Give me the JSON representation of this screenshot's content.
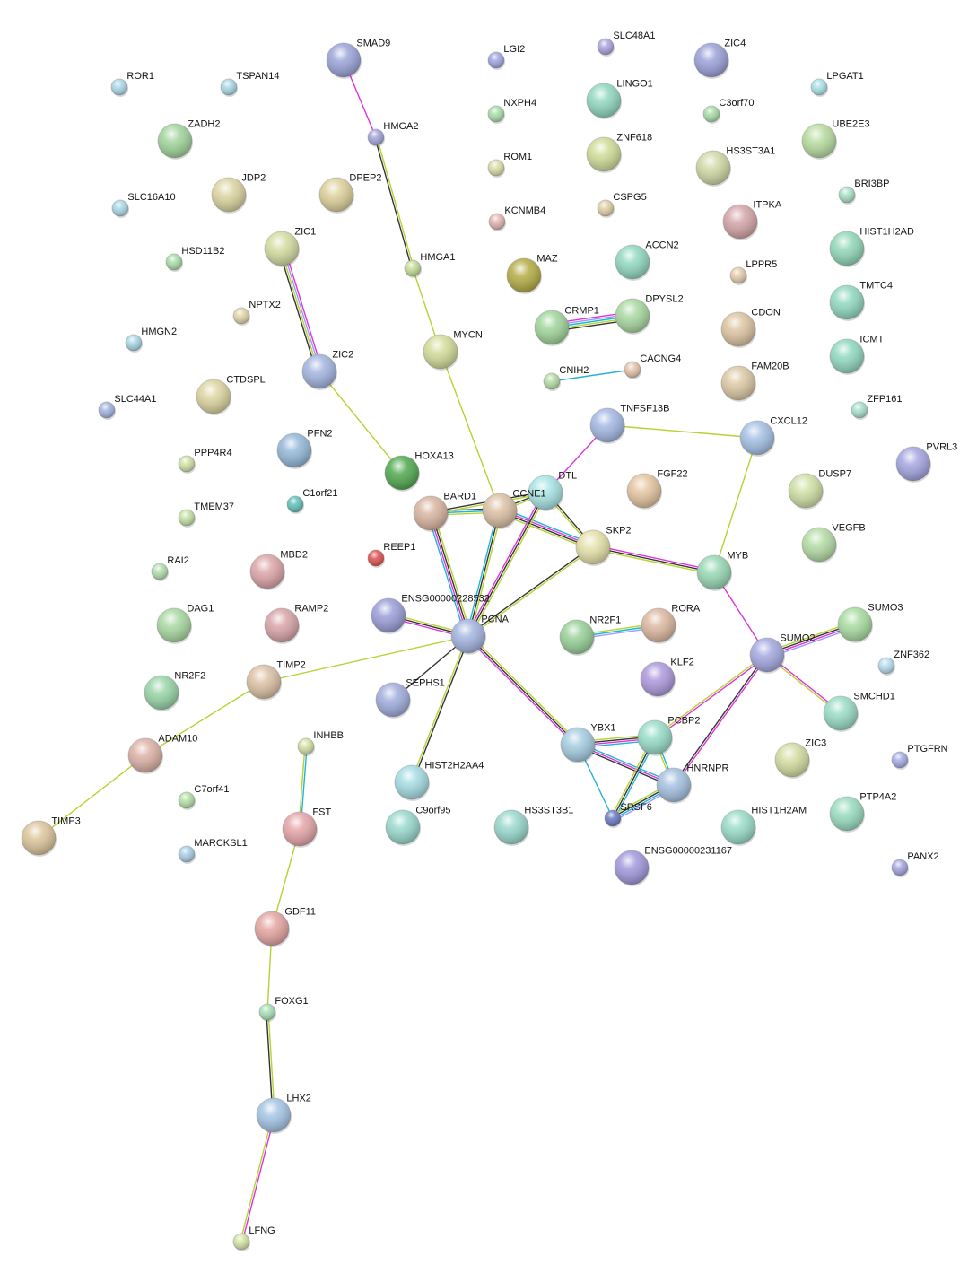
{
  "title": "STRING protein interaction network",
  "evidence_colors": {
    "magenta": "#dd33dd",
    "cyan": "#22b4d4",
    "yellow": "#b5d333",
    "black": "#333333",
    "lavender": "#9b9bff"
  },
  "nodes": [
    {
      "name": "ROR1",
      "color": "#a9d6e6"
    },
    {
      "name": "TSPAN14",
      "color": "#a9d6e6"
    },
    {
      "name": "SMAD9",
      "color": "#9aa3d8"
    },
    {
      "name": "LGI2",
      "color": "#9fa4e0"
    },
    {
      "name": "SLC48A1",
      "color": "#a9a4e0"
    },
    {
      "name": "ZIC4",
      "color": "#9aa0d8"
    },
    {
      "name": "LPGAT1",
      "color": "#a9e0e6"
    },
    {
      "name": "ZADH2",
      "color": "#a0d49a"
    },
    {
      "name": "HMGA2",
      "color": "#a4a4dc"
    },
    {
      "name": "NXPH4",
      "color": "#a8dca8"
    },
    {
      "name": "LINGO1",
      "color": "#90d8c0"
    },
    {
      "name": "C3orf70",
      "color": "#a8dca8"
    },
    {
      "name": "UBE2E3",
      "color": "#b8dca0"
    },
    {
      "name": "ZNF618",
      "color": "#cfdc98"
    },
    {
      "name": "ROM1",
      "color": "#dcdca8"
    },
    {
      "name": "HS3ST3A1",
      "color": "#cfd8a4"
    },
    {
      "name": "JDP2",
      "color": "#dcd4a0"
    },
    {
      "name": "DPEP2",
      "color": "#dcd09a"
    },
    {
      "name": "SLC16A10",
      "color": "#a9d6e6"
    },
    {
      "name": "CSPG5",
      "color": "#e0d0a4"
    },
    {
      "name": "BRI3BP",
      "color": "#a8e0c4"
    },
    {
      "name": "KCNMB4",
      "color": "#e4b4b0"
    },
    {
      "name": "ITPKA",
      "color": "#d4a4a8"
    },
    {
      "name": "ZIC1",
      "color": "#d4dca0"
    },
    {
      "name": "HSD11B2",
      "color": "#a8dca8"
    },
    {
      "name": "HMGA1",
      "color": "#c4dc98"
    },
    {
      "name": "MAZ",
      "color": "#b4ac44"
    },
    {
      "name": "ACCN2",
      "color": "#90d8c0"
    },
    {
      "name": "HIST1H2AD",
      "color": "#90d8b8"
    },
    {
      "name": "LPPR5",
      "color": "#e4ccac"
    },
    {
      "name": "NPTX2",
      "color": "#e0d4a8"
    },
    {
      "name": "TMTC4",
      "color": "#90d8c0"
    },
    {
      "name": "CRMP1",
      "color": "#a0d49a"
    },
    {
      "name": "DPYSL2",
      "color": "#a8d8a0"
    },
    {
      "name": "CDON",
      "color": "#dcc4a0"
    },
    {
      "name": "HMGN2",
      "color": "#a9d6e6"
    },
    {
      "name": "MYCN",
      "color": "#d4dc98"
    },
    {
      "name": "ZIC2",
      "color": "#a4b4e0"
    },
    {
      "name": "ICMT",
      "color": "#90d8c0"
    },
    {
      "name": "CACNG4",
      "color": "#e4c4ac"
    },
    {
      "name": "CNIH2",
      "color": "#b4dca4"
    },
    {
      "name": "FAM20B",
      "color": "#dcc8a4"
    },
    {
      "name": "CTDSPL",
      "color": "#dcd4a0"
    },
    {
      "name": "SLC44A1",
      "color": "#a0b4e0"
    },
    {
      "name": "ZFP161",
      "color": "#a8e0cc"
    },
    {
      "name": "TNFSF13B",
      "color": "#a4b8e4"
    },
    {
      "name": "CXCL12",
      "color": "#a4c0e4"
    },
    {
      "name": "PFN2",
      "color": "#94b8d8"
    },
    {
      "name": "PVRL3",
      "color": "#a4a4e0"
    },
    {
      "name": "PPP4R4",
      "color": "#cfe0a4"
    },
    {
      "name": "HOXA13",
      "color": "#50a850"
    },
    {
      "name": "DTL",
      "color": "#a8e4e4"
    },
    {
      "name": "FGF22",
      "color": "#e4c4a0"
    },
    {
      "name": "DUSP7",
      "color": "#cfe0a4"
    },
    {
      "name": "BARD1",
      "color": "#d8b4a0"
    },
    {
      "name": "CCNE1",
      "color": "#dcc0a4"
    },
    {
      "name": "C1orf21",
      "color": "#60c0b8"
    },
    {
      "name": "TMEM37",
      "color": "#c4e0a4"
    },
    {
      "name": "SKP2",
      "color": "#e4e0a8"
    },
    {
      "name": "VEGFB",
      "color": "#b4dca4"
    },
    {
      "name": "REEP1",
      "color": "#e05050"
    },
    {
      "name": "RAI2",
      "color": "#b4e0b0"
    },
    {
      "name": "MBD2",
      "color": "#dca4a8"
    },
    {
      "name": "MYB",
      "color": "#98d8b4"
    },
    {
      "name": "ENSG00000228532",
      "color": "#9a9ed8"
    },
    {
      "name": "PCNA",
      "color": "#a4b4e0"
    },
    {
      "name": "NR2F1",
      "color": "#98d098"
    },
    {
      "name": "RORA",
      "color": "#dcb8a0"
    },
    {
      "name": "SUMO3",
      "color": "#a8dca0"
    },
    {
      "name": "DAG1",
      "color": "#a8d8a0"
    },
    {
      "name": "RAMP2",
      "color": "#d8a4a8"
    },
    {
      "name": "SUMO2",
      "color": "#a4a8e0"
    },
    {
      "name": "ZNF362",
      "color": "#b4dcec"
    },
    {
      "name": "TIMP2",
      "color": "#dcc0a4"
    },
    {
      "name": "KLF2",
      "color": "#ac98dc"
    },
    {
      "name": "NR2F2",
      "color": "#98d4a8"
    },
    {
      "name": "SEPHS1",
      "color": "#a0acdc"
    },
    {
      "name": "SMCHD1",
      "color": "#98dcc4"
    },
    {
      "name": "YBX1",
      "color": "#a4cce0"
    },
    {
      "name": "PCBP2",
      "color": "#98dcc8"
    },
    {
      "name": "ZIC3",
      "color": "#d4dca0"
    },
    {
      "name": "PTGFRN",
      "color": "#a4ace4"
    },
    {
      "name": "ADAM10",
      "color": "#dcb0a4"
    },
    {
      "name": "INHBB",
      "color": "#d4e0a4"
    },
    {
      "name": "HIST2H2AA4",
      "color": "#a4dce4"
    },
    {
      "name": "HNRNPR",
      "color": "#a4c0e0"
    },
    {
      "name": "C7orf41",
      "color": "#b4e0a4"
    },
    {
      "name": "SRSF6",
      "color": "#6a78c0"
    },
    {
      "name": "HS3ST3B1",
      "color": "#98d8cc"
    },
    {
      "name": "C9orf95",
      "color": "#98d8cc"
    },
    {
      "name": "HIST1H2AM",
      "color": "#98dcc8"
    },
    {
      "name": "PTP4A2",
      "color": "#98dcc0"
    },
    {
      "name": "FST",
      "color": "#e4a4a8"
    },
    {
      "name": "TIMP3",
      "color": "#dcc49a"
    },
    {
      "name": "MARCKSL1",
      "color": "#a9cce6"
    },
    {
      "name": "ENSG00000231167",
      "color": "#a098dc"
    },
    {
      "name": "PANX2",
      "color": "#a4a4e0"
    },
    {
      "name": "GDF11",
      "color": "#e4a4a0"
    },
    {
      "name": "FOXG1",
      "color": "#a8e0b8"
    },
    {
      "name": "LHX2",
      "color": "#a4c4e4"
    },
    {
      "name": "LFNG",
      "color": "#d4e4a4"
    }
  ],
  "edges": [
    {
      "a": "SMAD9",
      "b": "HMGA2",
      "ev": [
        "magenta"
      ]
    },
    {
      "a": "HMGA2",
      "b": "HMGA1",
      "ev": [
        "yellow",
        "black"
      ]
    },
    {
      "a": "HMGA1",
      "b": "MYCN",
      "ev": [
        "yellow"
      ]
    },
    {
      "a": "MYCN",
      "b": "CCNE1",
      "ev": [
        "yellow"
      ]
    },
    {
      "a": "ZIC1",
      "b": "ZIC2",
      "ev": [
        "magenta",
        "lavender",
        "yellow",
        "black"
      ]
    },
    {
      "a": "ZIC2",
      "b": "HOXA13",
      "ev": [
        "yellow"
      ]
    },
    {
      "a": "CRMP1",
      "b": "DPYSL2",
      "ev": [
        "magenta",
        "lavender",
        "cyan",
        "yellow",
        "black"
      ]
    },
    {
      "a": "CNIH2",
      "b": "CACNG4",
      "ev": [
        "cyan"
      ]
    },
    {
      "a": "TNFSF13B",
      "b": "CXCL12",
      "ev": [
        "yellow"
      ]
    },
    {
      "a": "TNFSF13B",
      "b": "DTL",
      "ev": [
        "magenta"
      ]
    },
    {
      "a": "CXCL12",
      "b": "MYB",
      "ev": [
        "yellow"
      ]
    },
    {
      "a": "BARD1",
      "b": "CCNE1",
      "ev": [
        "black",
        "cyan",
        "yellow"
      ]
    },
    {
      "a": "BARD1",
      "b": "DTL",
      "ev": [
        "black",
        "yellow"
      ]
    },
    {
      "a": "BARD1",
      "b": "PCNA",
      "ev": [
        "yellow",
        "black",
        "magenta",
        "cyan"
      ]
    },
    {
      "a": "CCNE1",
      "b": "PCNA",
      "ev": [
        "yellow",
        "black",
        "cyan"
      ]
    },
    {
      "a": "CCNE1",
      "b": "SKP2",
      "ev": [
        "cyan",
        "magenta",
        "black",
        "yellow"
      ]
    },
    {
      "a": "CCNE1",
      "b": "DTL",
      "ev": [
        "black",
        "yellow"
      ]
    },
    {
      "a": "DTL",
      "b": "SKP2",
      "ev": [
        "black",
        "yellow"
      ]
    },
    {
      "a": "DTL",
      "b": "PCNA",
      "ev": [
        "yellow",
        "black",
        "magenta"
      ]
    },
    {
      "a": "SKP2",
      "b": "PCNA",
      "ev": [
        "yellow",
        "black"
      ]
    },
    {
      "a": "SKP2",
      "b": "MYB",
      "ev": [
        "magenta",
        "black",
        "yellow"
      ]
    },
    {
      "a": "MYB",
      "b": "SUMO2",
      "ev": [
        "magenta"
      ]
    },
    {
      "a": "ENSG00000228532",
      "b": "PCNA",
      "ev": [
        "yellow",
        "black",
        "magenta"
      ]
    },
    {
      "a": "PCNA",
      "b": "SEPHS1",
      "ev": [
        "black"
      ]
    },
    {
      "a": "PCNA",
      "b": "HIST2H2AA4",
      "ev": [
        "black",
        "yellow"
      ]
    },
    {
      "a": "PCNA",
      "b": "YBX1",
      "ev": [
        "yellow",
        "black",
        "magenta"
      ]
    },
    {
      "a": "PCNA",
      "b": "TIMP2",
      "ev": [
        "yellow"
      ]
    },
    {
      "a": "TIMP2",
      "b": "ADAM10",
      "ev": [
        "yellow"
      ]
    },
    {
      "a": "ADAM10",
      "b": "TIMP3",
      "ev": [
        "yellow"
      ]
    },
    {
      "a": "NR2F1",
      "b": "RORA",
      "ev": [
        "yellow",
        "cyan",
        "lavender"
      ]
    },
    {
      "a": "SUMO2",
      "b": "SUMO3",
      "ev": [
        "yellow",
        "black",
        "magenta",
        "lavender"
      ]
    },
    {
      "a": "SUMO2",
      "b": "SMCHD1",
      "ev": [
        "magenta",
        "yellow"
      ]
    },
    {
      "a": "SUMO2",
      "b": "PCBP2",
      "ev": [
        "magenta",
        "yellow"
      ]
    },
    {
      "a": "SUMO2",
      "b": "HNRNPR",
      "ev": [
        "magenta",
        "black"
      ]
    },
    {
      "a": "YBX1",
      "b": "PCBP2",
      "ev": [
        "yellow",
        "black",
        "magenta",
        "cyan"
      ]
    },
    {
      "a": "YBX1",
      "b": "HNRNPR",
      "ev": [
        "cyan",
        "magenta",
        "black"
      ]
    },
    {
      "a": "YBX1",
      "b": "SRSF6",
      "ev": [
        "cyan"
      ]
    },
    {
      "a": "PCBP2",
      "b": "HNRNPR",
      "ev": [
        "cyan",
        "yellow"
      ]
    },
    {
      "a": "PCBP2",
      "b": "SRSF6",
      "ev": [
        "cyan",
        "black",
        "yellow"
      ]
    },
    {
      "a": "HNRNPR",
      "b": "SRSF6",
      "ev": [
        "lavender",
        "cyan",
        "black",
        "yellow"
      ]
    },
    {
      "a": "INHBB",
      "b": "FST",
      "ev": [
        "cyan",
        "yellow"
      ]
    },
    {
      "a": "FST",
      "b": "GDF11",
      "ev": [
        "yellow"
      ]
    },
    {
      "a": "GDF11",
      "b": "FOXG1",
      "ev": [
        "yellow"
      ]
    },
    {
      "a": "FOXG1",
      "b": "LHX2",
      "ev": [
        "yellow",
        "black"
      ]
    },
    {
      "a": "LHX2",
      "b": "LFNG",
      "ev": [
        "magenta",
        "yellow"
      ]
    }
  ]
}
